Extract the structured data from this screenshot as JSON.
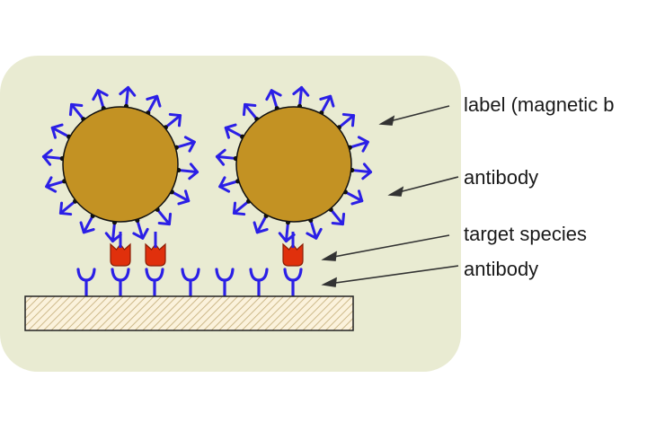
{
  "labels": {
    "label": "label (magnetic b",
    "antibody_top": "antibody",
    "target": "target species",
    "antibody_bottom": "antibody"
  },
  "colors": {
    "panel_bg": "#e9ebd2",
    "bead_fill": "#c39223",
    "bead_stroke": "#111111",
    "antibody": "#2b1fe6",
    "target_fill": "#e0300c",
    "target_stroke": "#8a1d05",
    "substrate_fill": "#fbf2dc",
    "substrate_hatch": "#cdb98a",
    "arrow": "#333333"
  },
  "beads": [
    {
      "name": "magnetic-bead-left"
    },
    {
      "name": "magnetic-bead-right"
    }
  ]
}
